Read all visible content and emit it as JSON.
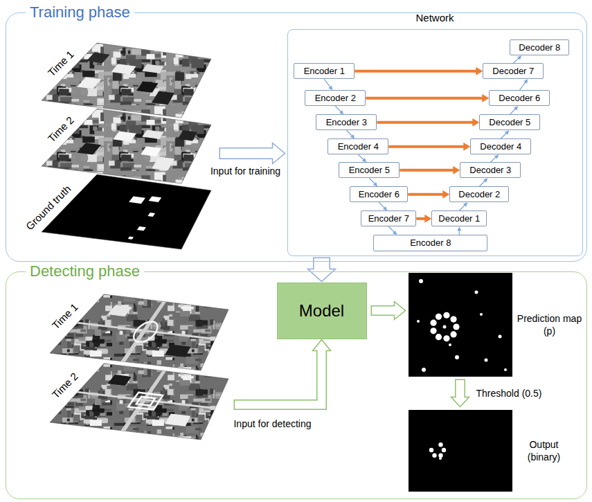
{
  "diagram": {
    "nodes": [
      {
        "text": [
          "Training phase"
        ]
      },
      {
        "text": [
          "Time 1"
        ],
        "in": 0
      },
      {
        "text": [
          "Time 2"
        ],
        "in": 0
      },
      {
        "text": [
          "Ground truth"
        ],
        "in": 0
      },
      {
        "text": [
          "Network"
        ],
        "in": 0
      },
      {
        "text": [
          "Encoder 1"
        ],
        "in": 4
      },
      {
        "text": [
          "Encoder 2"
        ],
        "in": 4
      },
      {
        "text": [
          "Encoder 3"
        ],
        "in": 4
      },
      {
        "text": [
          "Encoder 4"
        ],
        "in": 4
      },
      {
        "text": [
          "Encoder 5"
        ],
        "in": 4
      },
      {
        "text": [
          "Encoder 6"
        ],
        "in": 4
      },
      {
        "text": [
          "Encoder 7"
        ],
        "in": 4
      },
      {
        "text": [
          "Encoder 8"
        ],
        "in": 4
      },
      {
        "text": [
          "Decoder 1"
        ],
        "in": 4
      },
      {
        "text": [
          "Decoder 2"
        ],
        "in": 4
      },
      {
        "text": [
          "Decoder 3"
        ],
        "in": 4
      },
      {
        "text": [
          "Decoder 4"
        ],
        "in": 4
      },
      {
        "text": [
          "Decoder 5"
        ],
        "in": 4
      },
      {
        "text": [
          "Decoder 6"
        ],
        "in": 4
      },
      {
        "text": [
          "Decoder 7"
        ],
        "in": 4
      },
      {
        "text": [
          "Decoder 8"
        ],
        "in": 4
      },
      {
        "text": [
          "Detecting phase"
        ]
      },
      {
        "text": [
          "Time 1"
        ],
        "in": 21
      },
      {
        "text": [
          "Time 2"
        ],
        "in": 21
      },
      {
        "text": [
          "Model"
        ],
        "in": 21
      },
      {
        "text": [
          "Prediction map (p)"
        ],
        "in": 21
      },
      {
        "text": [
          "Output (binary)"
        ],
        "in": 21
      }
    ],
    "edges": [
      {
        "from": 5,
        "to": 6,
        "arrow": "to"
      },
      {
        "from": 6,
        "to": 7,
        "arrow": "to"
      },
      {
        "from": 7,
        "to": 8,
        "arrow": "to"
      },
      {
        "from": 8,
        "to": 9,
        "arrow": "to"
      },
      {
        "from": 9,
        "to": 10,
        "arrow": "to"
      },
      {
        "from": 10,
        "to": 11,
        "arrow": "to"
      },
      {
        "from": 11,
        "to": 12,
        "arrow": "to"
      },
      {
        "from": 12,
        "to": 13,
        "arrow": "to"
      },
      {
        "from": 13,
        "to": 14,
        "arrow": "to"
      },
      {
        "from": 14,
        "to": 15,
        "arrow": "to"
      },
      {
        "from": 15,
        "to": 16,
        "arrow": "to"
      },
      {
        "from": 16,
        "to": 17,
        "arrow": "to"
      },
      {
        "from": 17,
        "to": 18,
        "arrow": "to"
      },
      {
        "from": 18,
        "to": 19,
        "arrow": "to"
      },
      {
        "from": 19,
        "to": 20,
        "arrow": "to"
      },
      {
        "from": 5,
        "to": 19,
        "arrow": "to"
      },
      {
        "from": 6,
        "to": 18,
        "arrow": "to"
      },
      {
        "from": 7,
        "to": 17,
        "arrow": "to"
      },
      {
        "from": 8,
        "to": 16,
        "arrow": "to"
      },
      {
        "from": 9,
        "to": 15,
        "arrow": "to"
      },
      {
        "from": 10,
        "to": 14,
        "arrow": "to"
      },
      {
        "from": 11,
        "to": 13,
        "arrow": "to"
      },
      {
        "from": 2,
        "to": 4,
        "label": "Input for training",
        "arrow": "to"
      },
      {
        "from": 4,
        "to": 24,
        "arrow": "to"
      },
      {
        "from": 23,
        "to": 24,
        "label": "Input for detecting",
        "arrow": "to"
      },
      {
        "from": 24,
        "to": 25,
        "arrow": "to"
      },
      {
        "from": 25,
        "to": 26,
        "label": "Threshold (0.5)",
        "arrow": "to"
      }
    ]
  }
}
